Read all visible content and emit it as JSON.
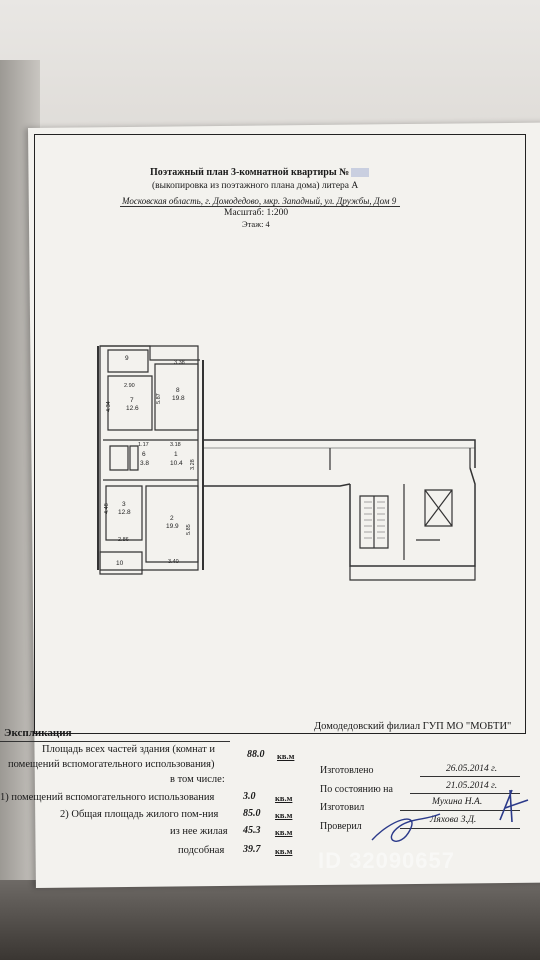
{
  "document": {
    "title": "Поэтажный план 3-комнатной квартиры №",
    "subtitle": "(выкопировка из поэтажного плана дома) литера А",
    "address": "Московская область, г. Домодедово, мкр. Западный, ул. Дружбы, Дом 9",
    "scale": "Масштаб: 1:200",
    "floor": "Этаж: 4"
  },
  "plan": {
    "rooms": [
      {
        "num": "9",
        "area": ""
      },
      {
        "num": "8",
        "area": "19.8"
      },
      {
        "num": "7",
        "area": "12.6"
      },
      {
        "num": "6",
        "area": "3.8"
      },
      {
        "num": "1",
        "area": "10.4"
      },
      {
        "num": "3",
        "area": "12.8"
      },
      {
        "num": "2",
        "area": "19.9"
      },
      {
        "num": "10",
        "area": ""
      }
    ],
    "dims": [
      "3.38",
      "2.90",
      "4.34",
      "5.87",
      "1.17",
      "3.18",
      "3.28",
      "4.48",
      "5.85",
      "2.86",
      "3.40"
    ]
  },
  "explication": {
    "heading": "Экспликация",
    "line1": "Площадь всех частей здания (комнат и",
    "line2": "помещений вспомогательного использования)",
    "total": "88.0",
    "incl": "в том числе:",
    "aux_label": "1) помещений вспомогательного использования",
    "aux": "3.0",
    "living_total_label": "2) Общая площадь жилого пом-ния",
    "living_total": "85.0",
    "living_label": "из нее жилая",
    "living": "45.3",
    "subsid_label": "подсобная",
    "subsid": "39.7",
    "unit": "кв.м"
  },
  "organization": {
    "name": "Домодедовский филиал ГУП МО \"МОБТИ\"",
    "made_label": "Изготовлено",
    "made_date": "26.05.2014 г.",
    "state_label": "По состоянию на",
    "state_date": "21.05.2014 г.",
    "maker_label": "Изготовил",
    "maker": "Мухина Н.А.",
    "checker_label": "Проверил",
    "checker": "Ляхова З.Д."
  },
  "watermark": "ID 32090657"
}
